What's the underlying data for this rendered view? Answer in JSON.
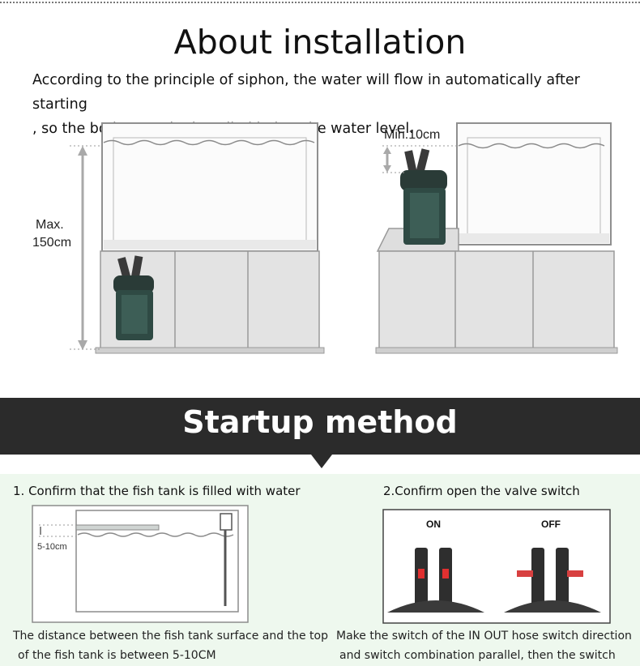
{
  "install": {
    "title": "About installation",
    "intro_line1": "According to the principle of siphon, the water will flow in automatically after starting",
    "intro_line2": ", so the body must be installed below the water level.",
    "max_label_line1": "Max.",
    "max_label_line2": "150cm",
    "min_label": "Min.10cm"
  },
  "startup": {
    "title": "Startup method",
    "step1": {
      "title": "1. Confirm that the fish tank is filled with water",
      "range_label": "5-10cm",
      "caption_line1": "The distance between the fish tank surface and the top",
      "caption_line2": "of the fish tank is between 5-10CM"
    },
    "step2": {
      "title": "2.Confirm open the valve switch",
      "on_label": "ON",
      "off_label": "OFF",
      "caption_line1": "Make the switch of the IN OUT hose switch direction",
      "caption_line2": "and switch combination parallel, then the switch"
    }
  },
  "colors": {
    "banner": "#2b2b2b",
    "lower_background": "#eef8ee",
    "filter_body": "#2f4a44",
    "cabinet": "#e3e3e3"
  }
}
